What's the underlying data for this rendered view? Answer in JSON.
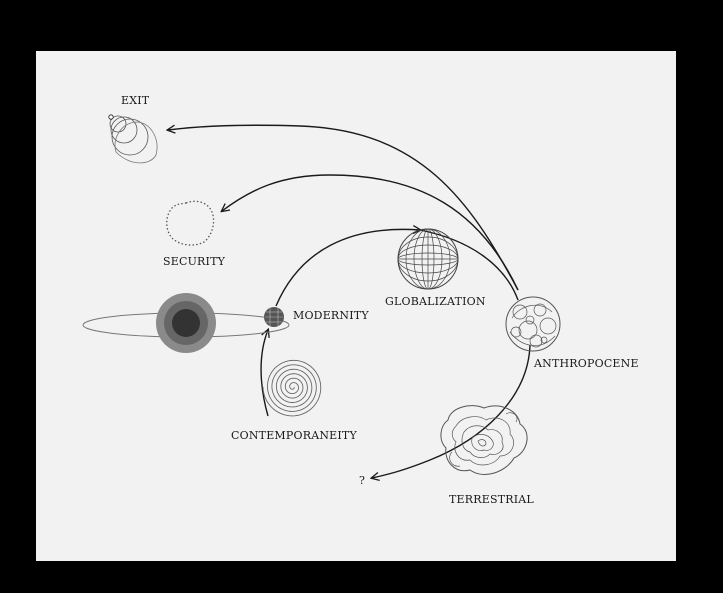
{
  "labels": {
    "exit": "EXIT",
    "security": "SECURITY",
    "modernity": "MODERNITY",
    "globalization": "GLOBALIZATION",
    "anthropocene": "ANTHROPOCENE",
    "contemporaneity": "CONTEMPORANEITY",
    "terrestrial": "TERRESTRIAL",
    "unknown": "?"
  },
  "colors": {
    "background": "#000000",
    "panel": "#f2f2f2",
    "ink": "#1a1a1a",
    "dark_core": "#333333",
    "mid_ring": "#666666",
    "outer_ring": "#8a8a8a"
  }
}
